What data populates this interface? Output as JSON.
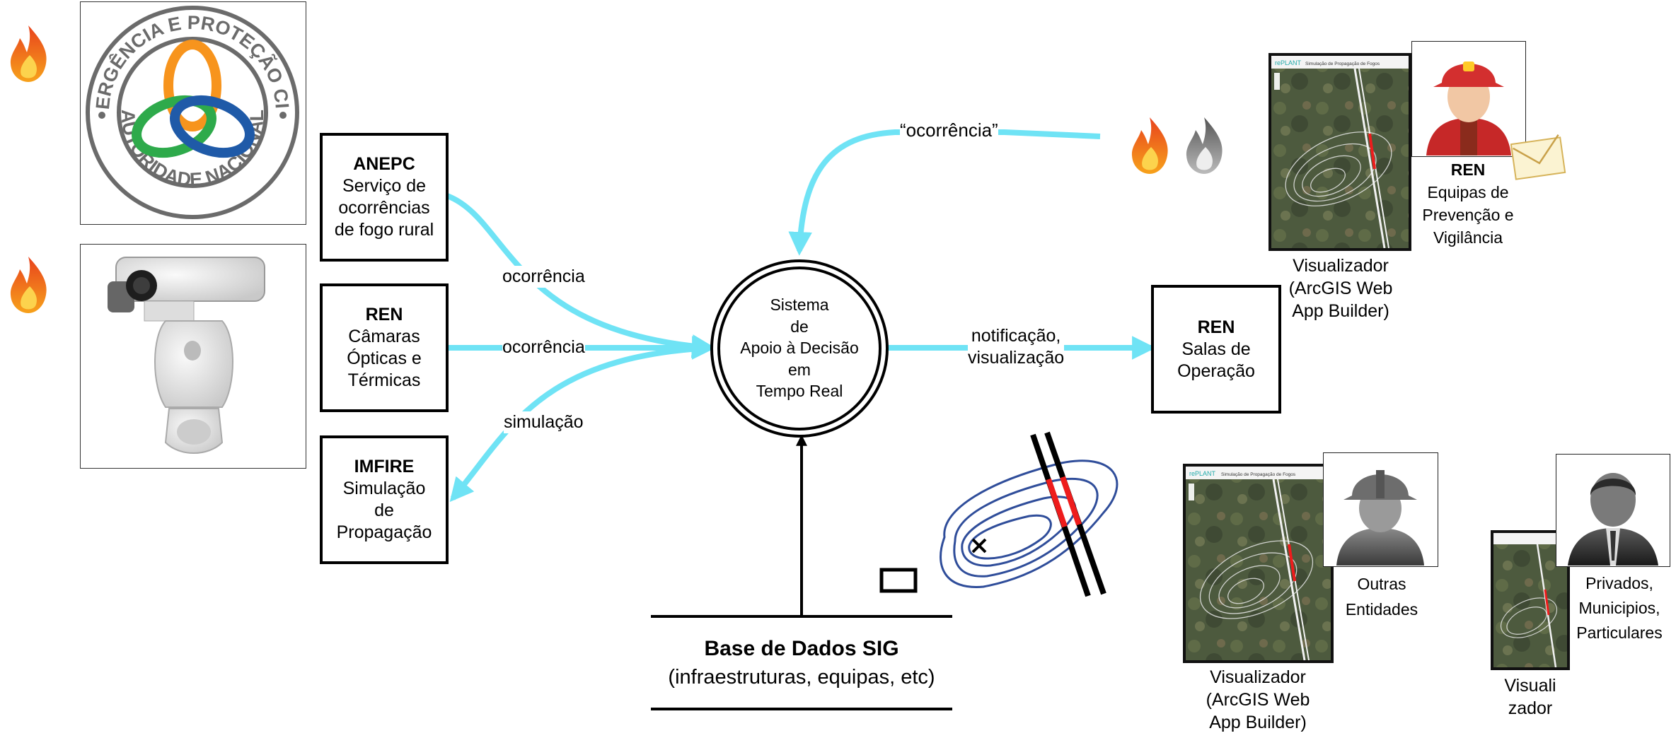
{
  "sources": {
    "anepc": {
      "title": "ANEPC",
      "line1": "Serviço de",
      "line2": "ocorrências",
      "line3": "de fogo rural"
    },
    "cameras": {
      "title": "REN",
      "line1": "Câmaras",
      "line2": "Ópticas e",
      "line3": "Térmicas"
    },
    "imfire": {
      "title": "IMFIRE",
      "line1": "Simulação",
      "line2": "de",
      "line3": "Propagação"
    }
  },
  "logo": {
    "ring_text_top": "EMERGÊNCIA E PROTEÇÃO CIVIL",
    "ring_text_bottom": "AUTORIDADE NACIONAL"
  },
  "center": {
    "line1": "Sistema",
    "line2": "de",
    "line3": "Apoio à Decisão",
    "line4": "em",
    "line5": "Tempo Real"
  },
  "flows": {
    "ocorrencia1": "ocorrência",
    "ocorrencia2": "ocorrência",
    "simulacao": "simulação",
    "ocorrencia_quoted": "“ocorrência”",
    "notif_line1": "notificação,",
    "notif_line2": "visualização"
  },
  "salas": {
    "title": "REN",
    "line1": "Salas de",
    "line2": "Operação"
  },
  "database": {
    "title": "Base de Dados SIG",
    "subtitle": "(infraestruturas, equipas, etc)"
  },
  "viewer_top": {
    "line1": "Visualizador",
    "line2": "(ArcGIS Web",
    "line3": "App Builder)"
  },
  "viewer_bottom": {
    "line1": "Visualizador",
    "line2": "(ArcGIS Web",
    "line3": "App Builder)"
  },
  "viewer_small": {
    "line1": "Visuali",
    "line2": "zador"
  },
  "teams": {
    "title": "REN",
    "line1": "Equipas de",
    "line2": "Prevenção e",
    "line3": "Vigilância"
  },
  "others": {
    "line1": "Outras",
    "line2": "Entidades"
  },
  "private": {
    "line1": "Privados,",
    "line2": "Municipios,",
    "line3": "Particulares"
  },
  "app": {
    "brand": "rePLANT",
    "header": "Simulação de Propagação de Fogos"
  },
  "colors": {
    "flow": "#6fe3f5",
    "fire_red": "#e8421d",
    "fire_orange": "#f7a21b",
    "contour": "#2f4d9a",
    "line_red": "#ee1c1c"
  }
}
